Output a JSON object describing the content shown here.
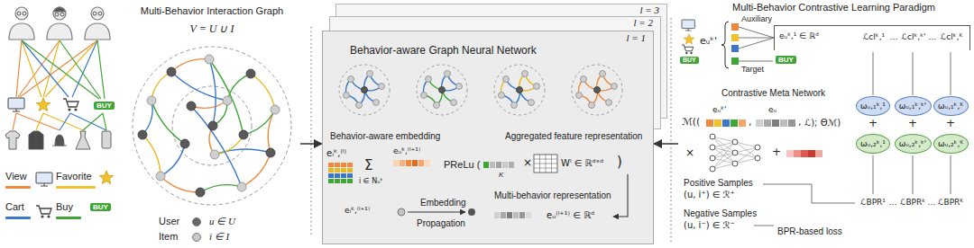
{
  "diagram": {
    "nodes": [
      {
        "text": [
          "Multi-Behavior Interaction Graph",
          "V = U ∪ I"
        ]
      },
      {
        "text": [
          "l = 3"
        ]
      },
      {
        "text": [
          "l = 2"
        ]
      },
      {
        "text": [
          "l = 1",
          "Behavior-aware Graph Neural Network"
        ]
      },
      {
        "text": [
          "Multi-Behavior Contrastive Learning Paradigm"
        ]
      },
      {
        "text": [
          "eᵤᵏ,¹ ∈ ℝᵈ",
          "ℒclᵏ,¹",
          "…",
          "ℒclᵏ,ᵏ'",
          "…",
          "ℒclᵏ,ᴷ"
        ],
        "in": 4
      },
      {
        "text": [
          "ωᵤ,₁ᵏ,¹"
        ],
        "in": 4
      },
      {
        "text": [
          "ωᵤ,₁ᵏ,ᵏ'"
        ],
        "in": 4
      },
      {
        "text": [
          "ωᵤ,₁ᵏ,ᴷ"
        ],
        "in": 4
      },
      {
        "text": [
          "ωᵤ,₂ᵏ,¹"
        ],
        "in": 4
      },
      {
        "text": [
          "ωᵤ,₂ᵏ,ᵏ'"
        ],
        "in": 4
      },
      {
        "text": [
          "ωᵤ,₂ᵏ,ᴷ"
        ],
        "in": 4
      }
    ],
    "edges": [
      {
        "from": 0,
        "to": 3,
        "arrow": "to"
      },
      {
        "from": 4,
        "to": 3,
        "arrow": "to"
      }
    ],
    "labels": [
      "BUY",
      "BUY",
      "u ∈ U",
      "i ∈ I",
      "Behavior-aware embedding",
      "Aggregated feature representation",
      "eᵢᵏ,⁽ˡ⁾",
      "Σ",
      "i ∈ Nᵤᵏ",
      "eᵤᵏ,⁽ˡ⁺¹⁾",
      "PReLu (",
      "K",
      "×",
      "Wˡ ∈ ℝᵈˣᵈ",
      ")",
      "Embedding",
      "Propagation",
      "eᵢᵏ,⁽ˡ⁺¹⁾",
      "Multi-behavior representation",
      "eᵤ⁽ˡ⁺¹⁾ ∈ ℝᵈ",
      "BUY",
      "eᵤᵏ'",
      "Auxiliary",
      "Target",
      "BUY",
      "Contrastive Meta Network",
      "ℳ((",
      "eᵤᵏ'",
      ",",
      "eᵤ",
      ",",
      "ℒ); Θℳ)",
      "×",
      "+",
      "+",
      "+",
      "+",
      "Positive Samples",
      "(u, i⁺) ∈ ℛ⁺",
      "Negative Samples",
      "(u, i⁻) ∈ ℛ⁻",
      "ℒBPR¹",
      "…",
      "ℒBPRᵏ",
      "…",
      "ℒBPRᴷ",
      "BPR-based loss"
    ],
    "legend": [
      {
        "text": "View",
        "color": "#f0883e"
      },
      {
        "text": "Favorite",
        "color": "#f2c12e"
      },
      {
        "text": "Cart",
        "color": "#3b78c9"
      },
      {
        "text": "Buy",
        "color": "#3fa535"
      },
      {
        "text": "User",
        "color": "#666666"
      },
      {
        "text": "Item",
        "color": "#c8c8c8"
      }
    ]
  }
}
